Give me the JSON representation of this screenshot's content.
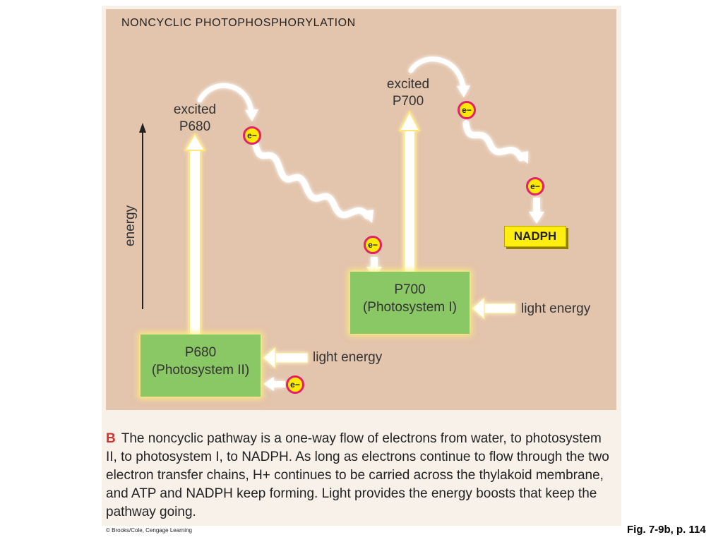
{
  "title": "NONCYCLIC PHOTOPHOSPHORYLATION",
  "energy_axis_label": "energy",
  "ps2": {
    "excited_line1": "excited",
    "excited_line2": "P680",
    "box_line1": "P680",
    "box_line2": "(Photosystem II)",
    "light_label": "light energy"
  },
  "ps1": {
    "excited_line1": "excited",
    "excited_line2": "P700",
    "box_line1": "P700",
    "box_line2": "(Photosystem I)",
    "light_label": "light energy"
  },
  "electron_label": "e−",
  "product_label": "NADPH",
  "caption": {
    "letter": "B",
    "text": "The noncyclic pathway is a one-way flow of electrons from water, to photosystem II, to photosystem I, to NADPH. As long as electrons continue to flow through the two electron transfer chains, H+ continues to be carried across the thylakoid membrane, and ATP and NADPH keep forming. Light provides the energy boosts that keep the pathway going."
  },
  "credit": "© Brooks/Cole, Cengage Learning",
  "figure_ref": "Fig. 7-9b, p. 114",
  "colors": {
    "panel_bg": "#e3c4ac",
    "box_green": "#8ac765",
    "electron_fill": "#ffea00",
    "electron_ring": "#e3206a",
    "nadph_fill": "#ffee10",
    "caption_letter": "#d6302f"
  }
}
